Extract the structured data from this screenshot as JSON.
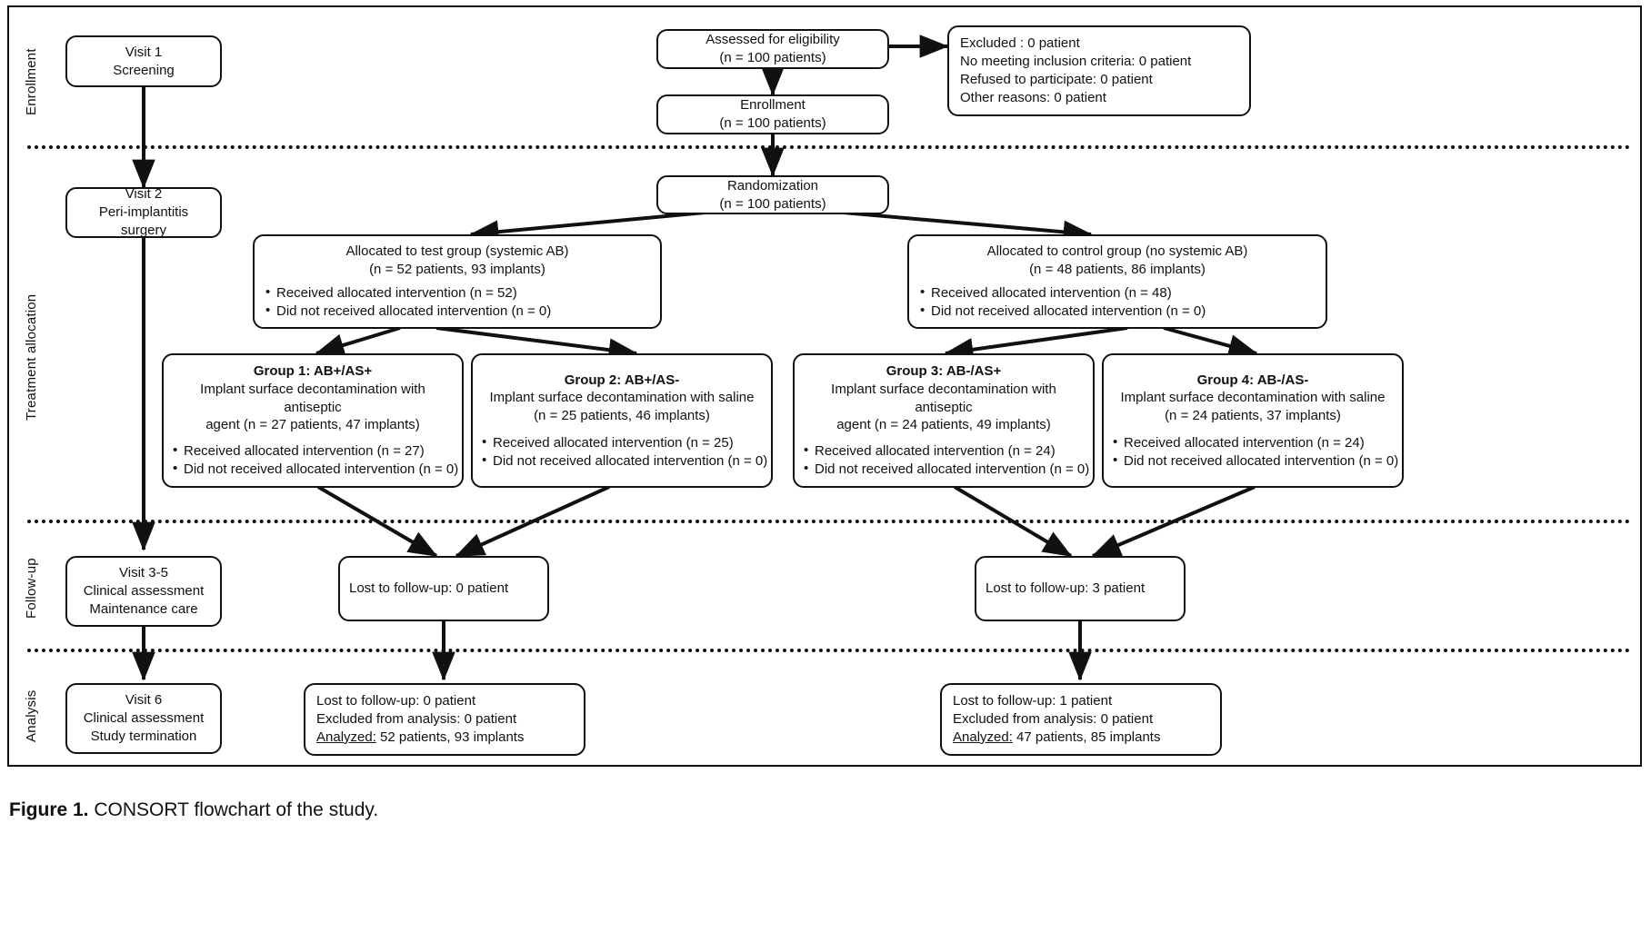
{
  "figure": {
    "caption_label": "Figure 1.",
    "caption_text": "CONSORT flowchart of the study."
  },
  "lanes": [
    {
      "id": "enrollment",
      "label": "Enrollment"
    },
    {
      "id": "treatment-allocation",
      "label": "Treatment allocation"
    },
    {
      "id": "follow-up",
      "label": "Follow-up"
    },
    {
      "id": "analysis",
      "label": "Analysis"
    }
  ],
  "nodes": {
    "visit1": {
      "line1": "Visit 1",
      "line2": "Screening"
    },
    "assessed": {
      "line1": "Assessed for eligibility",
      "line2": "(n = 100 patients)"
    },
    "enrollment_box": {
      "line1": "Enrollment",
      "line2": "(n = 100 patients)"
    },
    "excluded": {
      "lines": [
        "Excluded : 0 patient",
        "No meeting inclusion criteria: 0 patient",
        "Refused to participate: 0 patient",
        "Other reasons: 0 patient"
      ]
    },
    "visit2": {
      "line1": "Visit 2",
      "line2": "Peri-implantitis surgery"
    },
    "randomization": {
      "line1": "Randomization",
      "line2": "(n = 100 patients)"
    },
    "test_group": {
      "line1": "Allocated to test group (systemic AB)",
      "line2": "(n = 52 patients, 93 implants)",
      "bullets": [
        "Received allocated intervention (n = 52)",
        "Did not received allocated intervention (n = 0)"
      ]
    },
    "control_group": {
      "line1": "Allocated to control group (no systemic AB)",
      "line2": "(n = 48 patients, 86 implants)",
      "bullets": [
        "Received allocated intervention (n = 48)",
        "Did not received allocated intervention (n = 0)"
      ]
    },
    "group1": {
      "title": "Group 1: AB+/AS+",
      "line1": "Implant surface decontamination with antiseptic",
      "line2": "agent (n = 27 patients, 47 implants)",
      "bullets": [
        "Received allocated intervention (n = 27)",
        "Did not received allocated intervention (n = 0)"
      ]
    },
    "group2": {
      "title": "Group 2: AB+/AS-",
      "line1": "Implant surface decontamination with saline",
      "line2": "(n = 25 patients, 46 implants)",
      "bullets": [
        "Received allocated intervention (n = 25)",
        "Did not received allocated intervention (n = 0)"
      ]
    },
    "group3": {
      "title": "Group 3: AB-/AS+",
      "line1": "Implant surface decontamination with antiseptic",
      "line2": "agent (n = 24 patients, 49 implants)",
      "bullets": [
        "Received allocated intervention (n = 24)",
        "Did not received allocated intervention (n = 0)"
      ]
    },
    "group4": {
      "title": "Group 4: AB-/AS-",
      "line1": "Implant surface decontamination with saline",
      "line2": "(n = 24 patients, 37 implants)",
      "bullets": [
        "Received allocated intervention (n = 24)",
        "Did not received allocated intervention (n = 0)"
      ]
    },
    "visit35": {
      "line1": "Visit 3-5",
      "line2": "Clinical assessment",
      "line3": "Maintenance care"
    },
    "lost_left": {
      "line1": "Lost to follow-up: 0 patient"
    },
    "lost_right": {
      "line1": "Lost to follow-up: 3 patient"
    },
    "visit6": {
      "line1": "Visit 6",
      "line2": "Clinical assessment",
      "line3": "Study termination"
    },
    "analysis_left": {
      "line1": "Lost to follow-up: 0 patient",
      "line2": "Excluded from analysis: 0 patient",
      "line3_label": "Analyzed:",
      "line3_rest": " 52 patients, 93 implants"
    },
    "analysis_right": {
      "line1": "Lost to follow-up: 1 patient",
      "line2": "Excluded from analysis: 0 patient",
      "line3_label": "Analyzed:",
      "line3_rest": " 47 patients, 85 implants"
    }
  },
  "colors": {
    "stroke": "#111111",
    "background": "#ffffff"
  }
}
